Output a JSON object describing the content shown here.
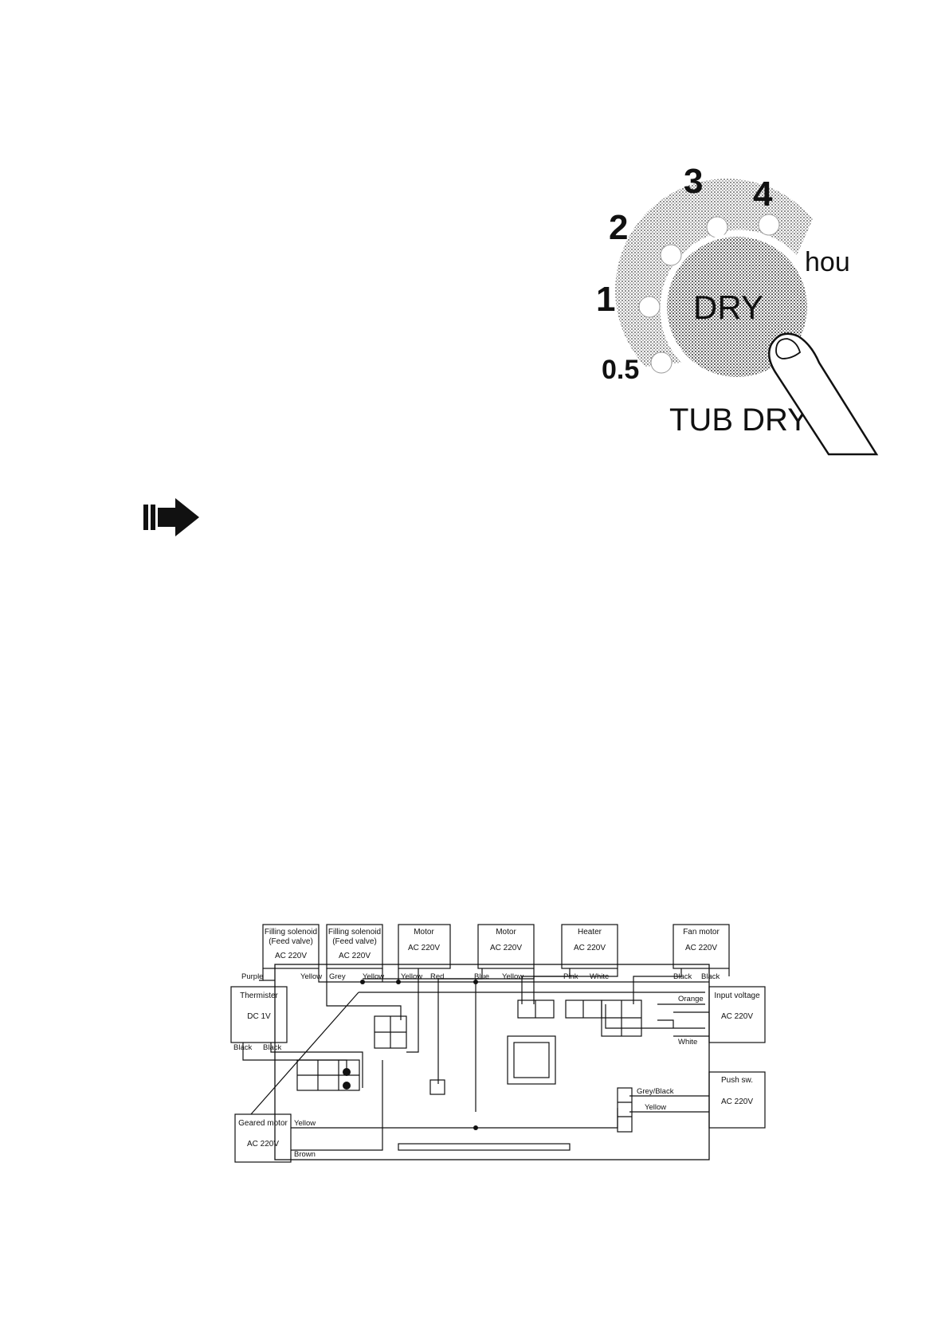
{
  "dial": {
    "numbers": [
      "0.5",
      "1",
      "2",
      "3",
      "4"
    ],
    "unit": "hou",
    "center_label": "DRY",
    "bottom_label": "TUB DRY"
  },
  "wiring": {
    "components": {
      "filling_solenoid_1": {
        "line1": "Filling solenoid",
        "line2": "(Feed valve)",
        "line3": "AC 220V"
      },
      "filling_solenoid_2": {
        "line1": "Filling solenoid",
        "line2": "(Feed valve)",
        "line3": "AC 220V"
      },
      "motor_1": {
        "line1": "Motor",
        "line2": "AC 220V"
      },
      "motor_2": {
        "line1": "Motor",
        "line2": "AC 220V"
      },
      "heater": {
        "line1": "Heater",
        "line2": "AC 220V"
      },
      "fan_motor": {
        "line1": "Fan motor",
        "line2": "AC 220V"
      },
      "thermister": {
        "line1": "Thermister",
        "line2": "DC 1V"
      },
      "input_voltage": {
        "line1": "Input voltage",
        "line2": "AC 220V"
      },
      "push_sw": {
        "line1": "Push sw.",
        "line2": "AC 220V"
      },
      "geared_motor": {
        "line1": "Geared motor",
        "line2": "AC 220V"
      }
    },
    "wire_labels": {
      "purple": "Purple",
      "yellow_1": "Yellow",
      "grey": "Grey",
      "yellow_2": "Yellow",
      "yellow_3": "Yellow",
      "red": "Red",
      "blue": "Blue",
      "yellow_4": "Yellow",
      "pink": "Pink",
      "white_1": "White",
      "black_1": "Black",
      "black_2": "Black",
      "orange": "Orange",
      "white_2": "White",
      "therm_black_1": "Black",
      "therm_black_2": "Black",
      "grey_black": "Grey/Black",
      "yellow_5": "Yellow",
      "geared_yellow": "Yellow",
      "geared_brown": "Brown"
    }
  }
}
